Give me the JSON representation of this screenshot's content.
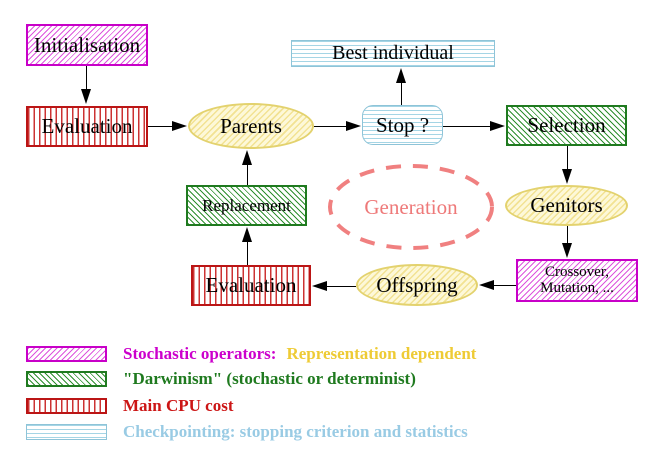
{
  "nodes": {
    "initialisation": {
      "label": "Initialisation"
    },
    "evaluation_top": {
      "label": "Evaluation"
    },
    "parents": {
      "label": "Parents"
    },
    "best_individual": {
      "label": "Best individual"
    },
    "stop": {
      "label": "Stop ?"
    },
    "selection": {
      "label": "Selection"
    },
    "genitors": {
      "label": "Genitors"
    },
    "crossover_mutation": {
      "line1": "Crossover,",
      "line2": "Mutation, ..."
    },
    "offspring": {
      "label": "Offspring"
    },
    "evaluation_bottom": {
      "label": "Evaluation"
    },
    "replacement": {
      "label": "Replacement"
    },
    "generation": {
      "label": "Generation"
    }
  },
  "legend": {
    "stochastic": {
      "label": "Stochastic operators:",
      "suffix": "Representation dependent"
    },
    "darwinism": {
      "label": "\"Darwinism\" (stochastic or determinist)"
    },
    "cpu": {
      "label": "Main CPU cost"
    },
    "checkpointing": {
      "label": "Checkpointing: stopping criterion and statistics"
    }
  },
  "colors": {
    "magenta": "#cc00cc",
    "green": "#1f7a1f",
    "red": "#cc2222",
    "light_blue": "#9accdd",
    "gold": "#eecb35",
    "salmon": "#f08080",
    "khaki": "#e3d26e",
    "pale_yellow_fill": "#fdf8d8",
    "black": "#000000"
  }
}
